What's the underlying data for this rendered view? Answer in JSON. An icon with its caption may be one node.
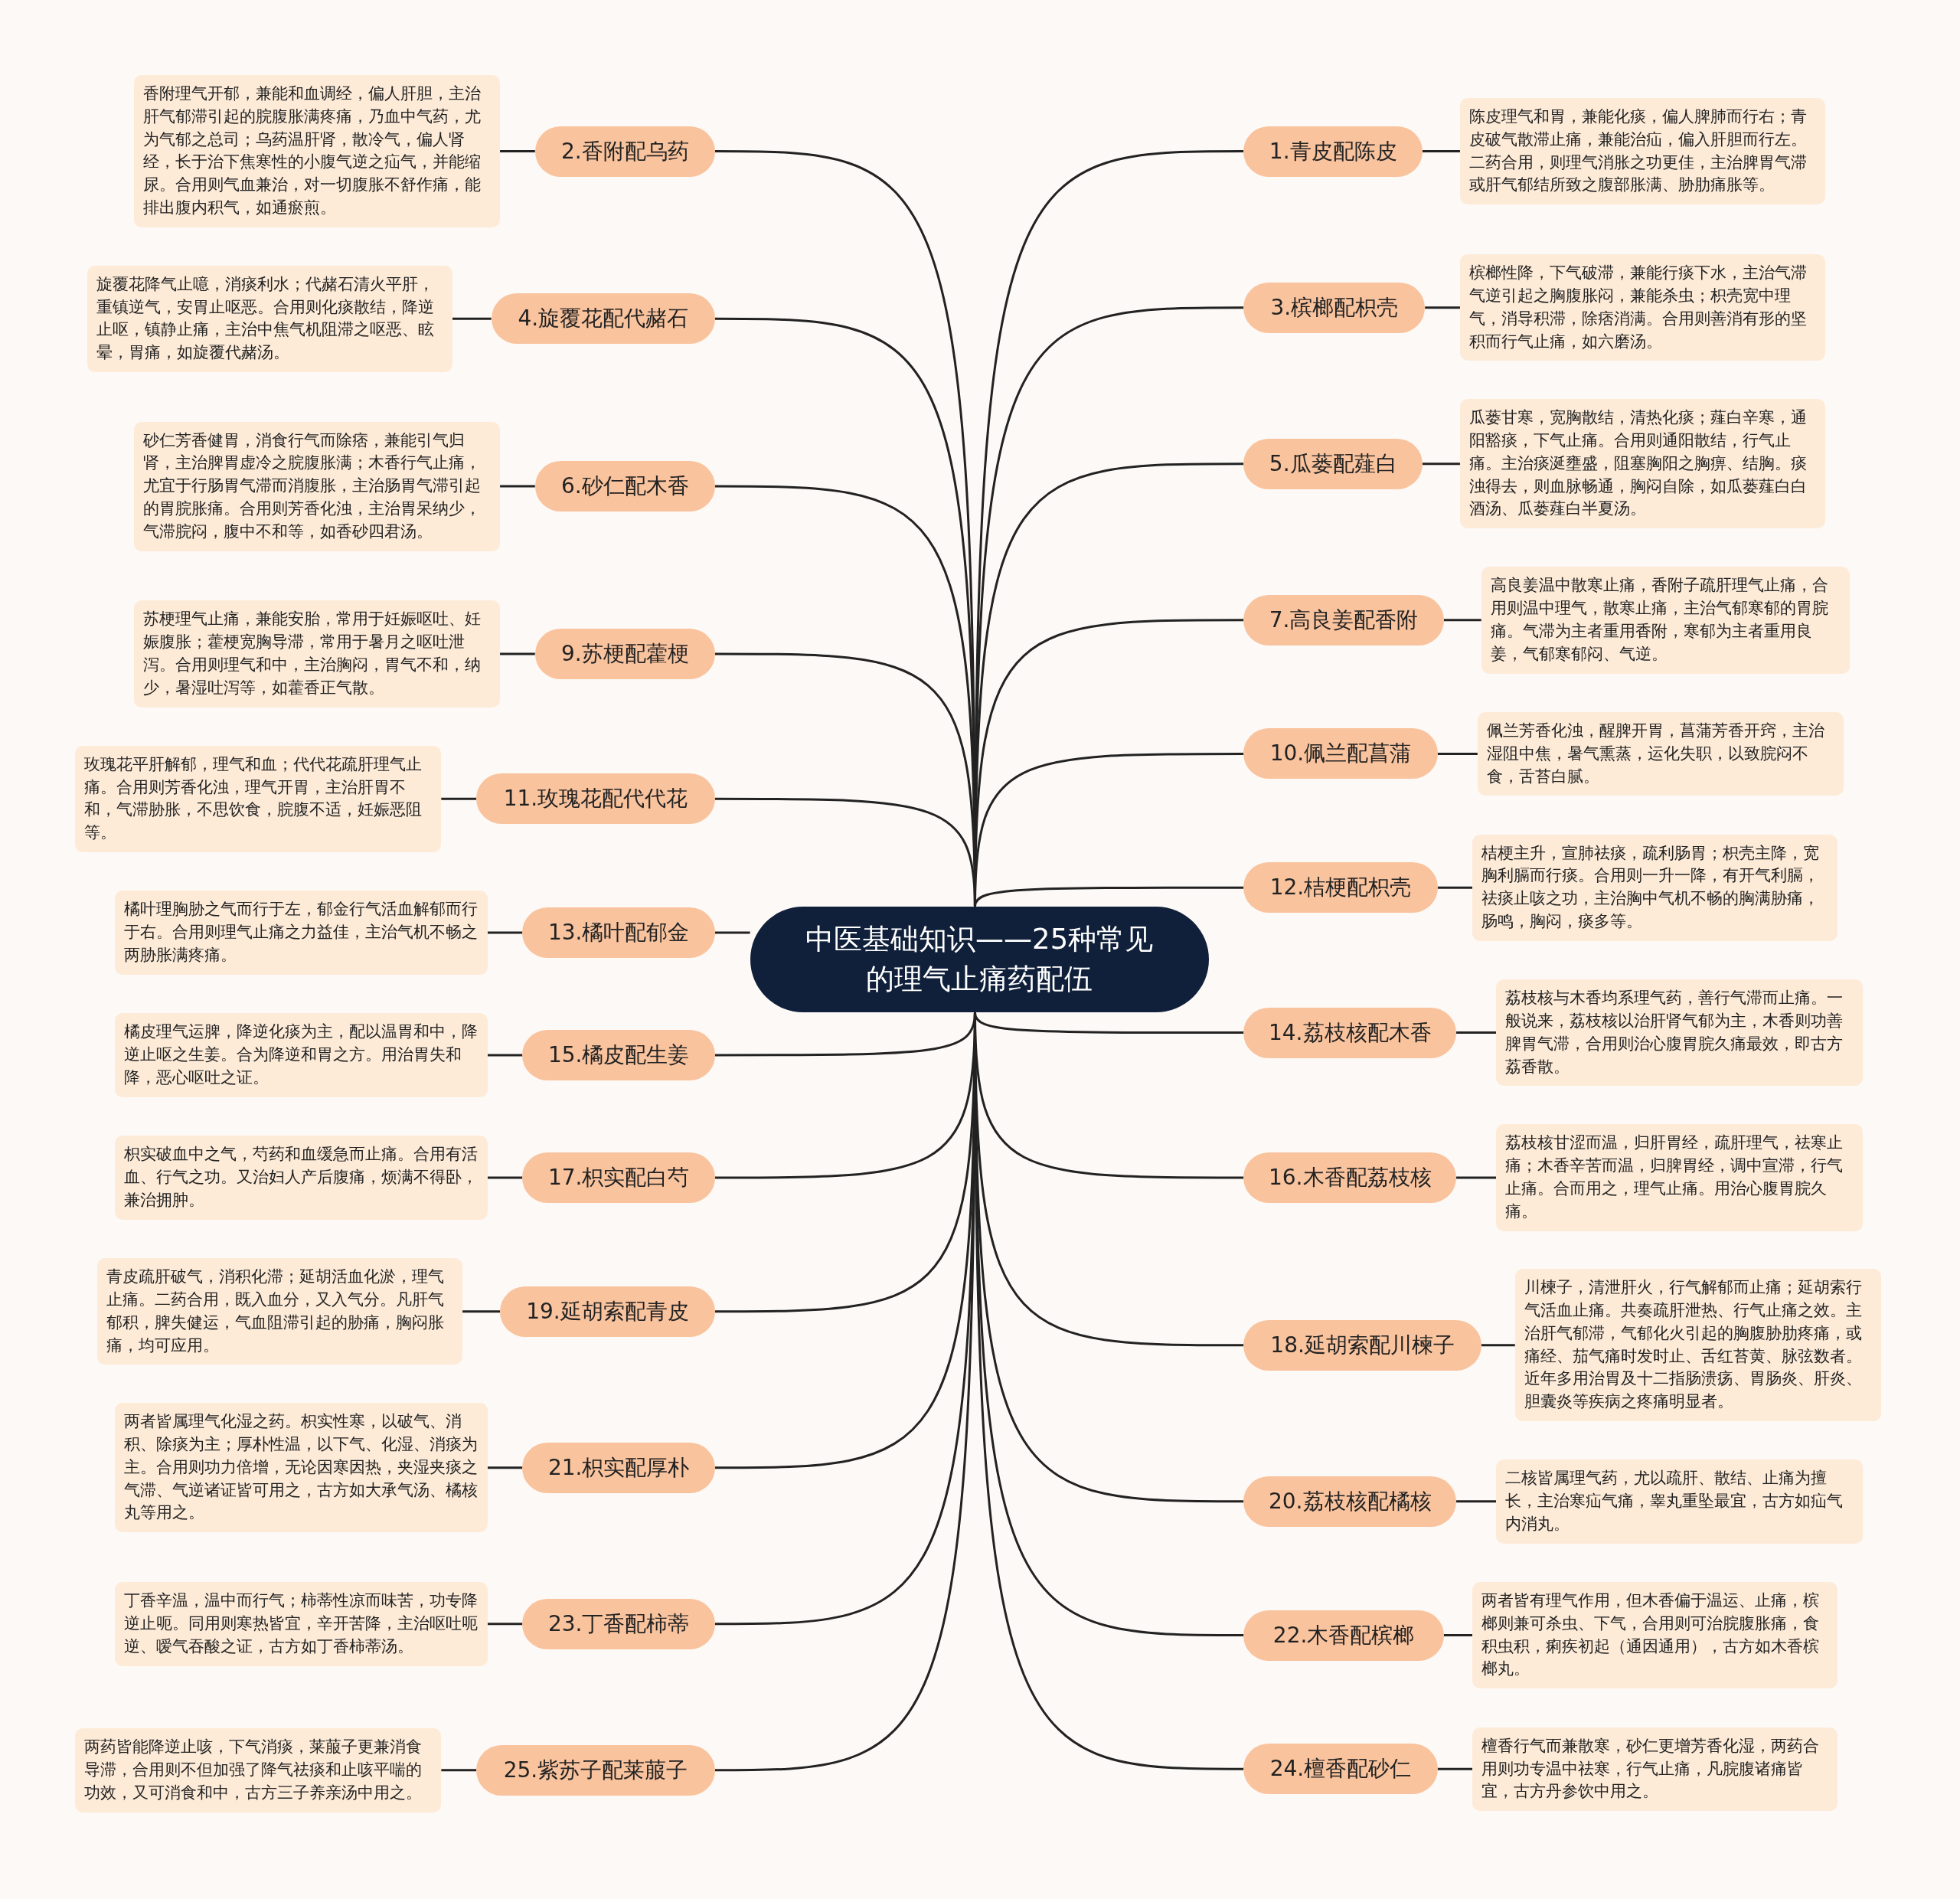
{
  "diagram": {
    "nodes": [
      {
        "text": [
          "中医基础知识——25种常见的理气止痛药配伍"
        ]
      },
      {
        "text": [
          "1.青皮配陈皮"
        ]
      },
      {
        "text": [
          "陈皮理气和胃，兼能化痰，偏人脾肺而行右；青皮破气散滞止痛，兼能治疝，偏入肝胆而行左。二药合用，则理气消胀之功更佳，主治脾胃气滞或肝气郁结所致之腹部胀满、胁肋痛胀等。"
        ]
      },
      {
        "text": [
          "2.香附配乌药"
        ]
      },
      {
        "text": [
          "香附理气开郁，兼能和血调经，偏人肝胆，主治肝气郁滞引起的脘腹胀满疼痛，乃血中气药，尤为气郁之总司；乌药温肝肾，散冷气，偏人肾经，长于治下焦寒性的小腹气逆之疝气，并能缩尿。合用则气血兼治，对一切腹胀不舒作痛，能排出腹内积气，如通瘀煎。"
        ]
      },
      {
        "text": [
          "3.槟榔配枳壳"
        ]
      },
      {
        "text": [
          "槟榔性降，下气破滞，兼能行痰下水，主治气滞气逆引起之胸腹胀闷，兼能杀虫；枳壳宽中理气，消导积滞，除痞消满。合用则善消有形的坚积而行气止痛，如六磨汤。"
        ]
      },
      {
        "text": [
          "4.旋覆花配代赭石"
        ]
      },
      {
        "text": [
          "旋覆花降气止噫，消痰利水；代赭石清火平肝，重镇逆气，安胃止呕恶。合用则化痰散结，降逆止呕，镇静止痛，主治中焦气机阻滞之呕恶、眩晕，胃痛，如旋覆代赭汤。"
        ]
      },
      {
        "text": [
          "5.瓜蒌配薤白"
        ]
      },
      {
        "text": [
          "瓜蒌甘寒，宽胸散结，清热化痰；薤白辛寒，通阳豁痰，下气止痛。合用则通阳散结，行气止痛。主治痰涎壅盛，阻塞胸阳之胸痹、结胸。痰浊得去，则血脉畅通，胸闷自除，如瓜蒌薤白白酒汤、瓜蒌薤白半夏汤。"
        ]
      },
      {
        "text": [
          "6.砂仁配木香"
        ]
      },
      {
        "text": [
          "砂仁芳香健胃，消食行气而除痞，兼能引气归肾，主治脾胃虚冷之脘腹胀满；木香行气止痛，尤宜于行肠胃气滞而消腹胀，主治肠胃气滞引起的胃脘胀痛。合用则芳香化浊，主治胃呆纳少，气滞脘闷，腹中不和等，如香砂四君汤。"
        ]
      },
      {
        "text": [
          "7.高良姜配香附"
        ]
      },
      {
        "text": [
          "高良姜温中散寒止痛，香附子疏肝理气止痛，合用则温中理气，散寒止痛，主治气郁寒郁的胃脘痛。气滞为主者重用香附，寒郁为主者重用良姜，气郁寒郁闷、气逆。"
        ]
      },
      {
        "text": [
          "9.苏梗配藿梗"
        ]
      },
      {
        "text": [
          "苏梗理气止痛，兼能安胎，常用于妊娠呕吐、妊娠腹胀；藿梗宽胸导滞，常用于暑月之呕吐泄泻。合用则理气和中，主治胸闷，胃气不和，纳少，暑湿吐泻等，如藿香正气散。"
        ]
      },
      {
        "text": [
          "10.佩兰配菖蒲"
        ]
      },
      {
        "text": [
          "佩兰芳香化浊，醒脾开胃，菖蒲芳香开窍，主治湿阻中焦，暑气熏蒸，运化失职，以致脘闷不食，舌苔白腻。"
        ]
      },
      {
        "text": [
          "11.玫瑰花配代代花"
        ]
      },
      {
        "text": [
          "玫瑰花平肝解郁，理气和血；代代花疏肝理气止痛。合用则芳香化浊，理气开胃，主治肝胃不和，气滞胁胀，不思饮食，脘腹不适，妊娠恶阻等。"
        ]
      },
      {
        "text": [
          "12.桔梗配枳壳"
        ]
      },
      {
        "text": [
          "桔梗主升，宣肺祛痰，疏利肠胃；枳壳主降，宽胸利膈而行痰。合用则一升一降，有开气利膈，祛痰止咳之功，主治胸中气机不畅的胸满胁痛，肠鸣，胸闷，痰多等。"
        ]
      },
      {
        "text": [
          "13.橘叶配郁金"
        ]
      },
      {
        "text": [
          "橘叶理胸胁之气而行于左，郁金行气活血解郁而行于右。合用则理气止痛之力益佳，主治气机不畅之两胁胀满疼痛。"
        ]
      },
      {
        "text": [
          "14.荔枝核配木香"
        ]
      },
      {
        "text": [
          "荔枝核与木香均系理气药，善行气滞而止痛。一般说来，荔枝核以治肝肾气郁为主，木香则功善脾胃气滞，合用则治心腹胃脘久痛最效，即古方荔香散。"
        ]
      },
      {
        "text": [
          "15.橘皮配生姜"
        ]
      },
      {
        "text": [
          "橘皮理气运脾，降逆化痰为主，配以温胃和中，降逆止呕之生姜。合为降逆和胃之方。用治胃失和降，恶心呕吐之证。"
        ]
      },
      {
        "text": [
          "16.木香配荔枝核"
        ]
      },
      {
        "text": [
          "荔枝核甘涩而温，归肝胃经，疏肝理气，祛寒止痛；木香辛苦而温，归脾胃经，调中宣滞，行气止痛。合而用之，理气止痛。用治心腹胃脘久痛。"
        ]
      },
      {
        "text": [
          "17.枳实配白芍"
        ]
      },
      {
        "text": [
          "枳实破血中之气，芍药和血缓急而止痛。合用有活血、行气之功。又治妇人产后腹痛，烦满不得卧，兼治拥肿。"
        ]
      },
      {
        "text": [
          "18.延胡索配川楝子"
        ]
      },
      {
        "text": [
          "川楝子，清泄肝火，行气解郁而止痛；延胡索行气活血止痛。共奏疏肝泄热、行气止痛之效。主治肝气郁滞，气郁化火引起的胸腹胁肋疼痛，或痛经、茄气痛时发时止、舌红苔黄、脉弦数者。近年多用治胃及十二指肠溃疡、胃肠炎、肝炎、胆囊炎等疾病之疼痛明显者。"
        ]
      },
      {
        "text": [
          "19.延胡索配青皮"
        ]
      },
      {
        "text": [
          "青皮疏肝破气，消积化滞；延胡活血化淤，理气止痛。二药合用，既入血分，又入气分。凡肝气郁积，脾失健运，气血阻滞引起的胁痛，胸闷胀痛，均可应用。"
        ]
      },
      {
        "text": [
          "20.荔枝核配橘核"
        ]
      },
      {
        "text": [
          "二核皆属理气药，尤以疏肝、散结、止痛为擅长，主治寒疝气痛，睾丸重坠最宜，古方如疝气内消丸。"
        ]
      },
      {
        "text": [
          "21.枳实配厚朴"
        ]
      },
      {
        "text": [
          "两者皆属理气化湿之药。枳实性寒，以破气、消积、除痰为主；厚朴性温，以下气、化湿、消痰为主。合用则功力倍增，无论因寒因热，夹湿夹痰之气滞、气逆诸证皆可用之，古方如大承气汤、橘核丸等用之。"
        ]
      },
      {
        "text": [
          "22.木香配槟榔"
        ]
      },
      {
        "text": [
          "两者皆有理气作用，但木香偏于温运、止痛，槟榔则兼可杀虫、下气，合用则可治脘腹胀痛，食积虫积，痢疾初起（通因通用），古方如木香槟榔丸。"
        ]
      },
      {
        "text": [
          "23.丁香配柿蒂"
        ]
      },
      {
        "text": [
          "丁香辛温，温中而行气；柿蒂性凉而味苦，功专降逆止呃。同用则寒热皆宜，辛开苦降，主治呕吐呃逆、嗳气吞酸之证，古方如丁香柿蒂汤。"
        ]
      },
      {
        "text": [
          "24.檀香配砂仁"
        ]
      },
      {
        "text": [
          "檀香行气而兼散寒，砂仁更增芳香化湿，两药合用则功专温中祛寒，行气止痛，凡脘腹诸痛皆宜，古方丹参饮中用之。"
        ]
      },
      {
        "text": [
          "25.紫苏子配莱菔子"
        ]
      },
      {
        "text": [
          "两药皆能降逆止咳，下气消痰，莱菔子更兼消食导滞，合用则不但加强了降气祛痰和止咳平喘的功效，又可消食和中，古方三子养亲汤中用之。"
        ]
      }
    ],
    "edges": [
      {
        "from": 0,
        "to": 1,
        "arrow": "none"
      },
      {
        "from": 1,
        "to": 2,
        "arrow": "none"
      },
      {
        "from": 0,
        "to": 3,
        "arrow": "none"
      },
      {
        "from": 3,
        "to": 4,
        "arrow": "none"
      },
      {
        "from": 0,
        "to": 5,
        "arrow": "none"
      },
      {
        "from": 5,
        "to": 6,
        "arrow": "none"
      },
      {
        "from": 0,
        "to": 7,
        "arrow": "none"
      },
      {
        "from": 7,
        "to": 8,
        "arrow": "none"
      },
      {
        "from": 0,
        "to": 9,
        "arrow": "none"
      },
      {
        "from": 9,
        "to": 10,
        "arrow": "none"
      },
      {
        "from": 0,
        "to": 11,
        "arrow": "none"
      },
      {
        "from": 11,
        "to": 12,
        "arrow": "none"
      },
      {
        "from": 0,
        "to": 13,
        "arrow": "none"
      },
      {
        "from": 13,
        "to": 14,
        "arrow": "none"
      },
      {
        "from": 0,
        "to": 15,
        "arrow": "none"
      },
      {
        "from": 15,
        "to": 16,
        "arrow": "none"
      },
      {
        "from": 0,
        "to": 17,
        "arrow": "none"
      },
      {
        "from": 17,
        "to": 18,
        "arrow": "none"
      },
      {
        "from": 0,
        "to": 19,
        "arrow": "none"
      },
      {
        "from": 19,
        "to": 20,
        "arrow": "none"
      },
      {
        "from": 0,
        "to": 21,
        "arrow": "none"
      },
      {
        "from": 21,
        "to": 22,
        "arrow": "none"
      },
      {
        "from": 0,
        "to": 23,
        "arrow": "none"
      },
      {
        "from": 23,
        "to": 24,
        "arrow": "none"
      },
      {
        "from": 0,
        "to": 25,
        "arrow": "none"
      },
      {
        "from": 25,
        "to": 26,
        "arrow": "none"
      },
      {
        "from": 0,
        "to": 27,
        "arrow": "none"
      },
      {
        "from": 27,
        "to": 28,
        "arrow": "none"
      },
      {
        "from": 0,
        "to": 29,
        "arrow": "none"
      },
      {
        "from": 29,
        "to": 30,
        "arrow": "none"
      },
      {
        "from": 0,
        "to": 31,
        "arrow": "none"
      },
      {
        "from": 31,
        "to": 32,
        "arrow": "none"
      },
      {
        "from": 0,
        "to": 33,
        "arrow": "none"
      },
      {
        "from": 33,
        "to": 34,
        "arrow": "none"
      },
      {
        "from": 0,
        "to": 35,
        "arrow": "none"
      },
      {
        "from": 35,
        "to": 36,
        "arrow": "none"
      },
      {
        "from": 0,
        "to": 37,
        "arrow": "none"
      },
      {
        "from": 37,
        "to": 38,
        "arrow": "none"
      },
      {
        "from": 0,
        "to": 39,
        "arrow": "none"
      },
      {
        "from": 39,
        "to": 40,
        "arrow": "none"
      },
      {
        "from": 0,
        "to": 41,
        "arrow": "none"
      },
      {
        "from": 41,
        "to": 42,
        "arrow": "none"
      },
      {
        "from": 0,
        "to": 43,
        "arrow": "none"
      },
      {
        "from": 43,
        "to": 44,
        "arrow": "none"
      },
      {
        "from": 0,
        "to": 45,
        "arrow": "none"
      },
      {
        "from": 45,
        "to": 46,
        "arrow": "none"
      },
      {
        "from": 0,
        "to": 47,
        "arrow": "none"
      },
      {
        "from": 47,
        "to": 48,
        "arrow": "none"
      }
    ]
  }
}
